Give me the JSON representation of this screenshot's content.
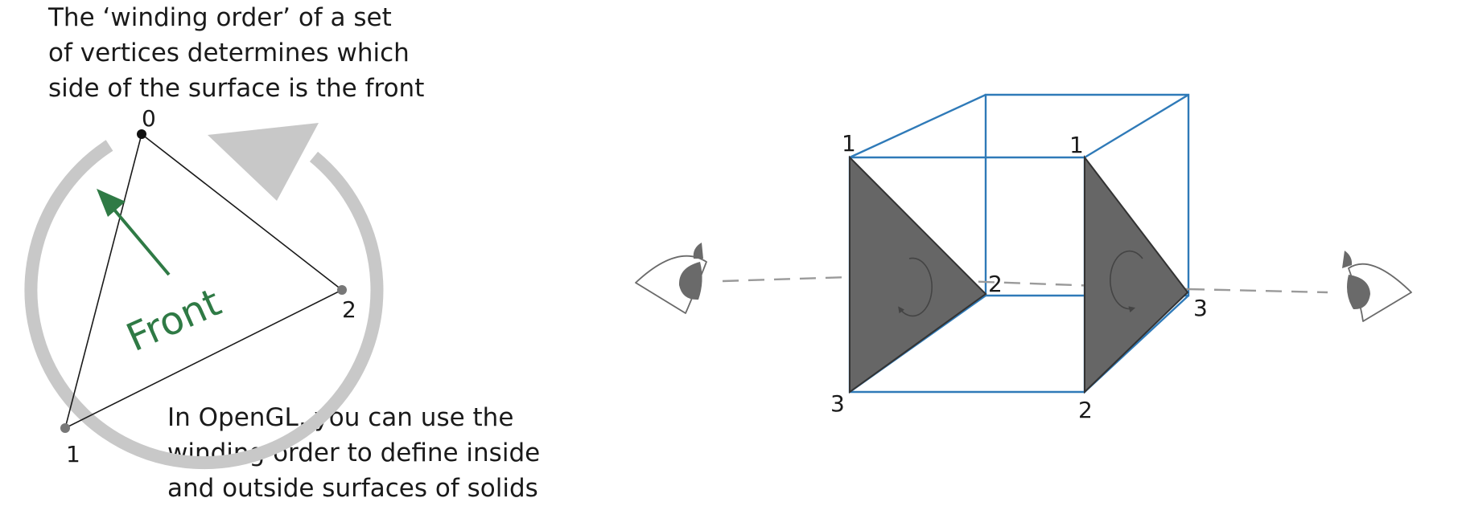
{
  "captions": {
    "top": [
      "The ‘winding order’ of a set",
      "of vertices determines which",
      "side of the surface is the front"
    ],
    "bottom": [
      "In OpenGL, you can use the",
      "winding order to define inside",
      "and outside surfaces of solids"
    ]
  },
  "triangle": {
    "front_label": "Front",
    "vertices": [
      "0",
      "1",
      "2"
    ]
  },
  "cube": {
    "left_triangle_vertices": [
      "1",
      "2",
      "3"
    ],
    "right_triangle_vertices": [
      "1",
      "2",
      "3"
    ]
  },
  "colors": {
    "text": "#1a1a1a",
    "front_arrow": "#2f7a45",
    "winding_arrow": "#c8c8c8",
    "cube_edge": "#2f7ab8",
    "face_fill": "#666666",
    "sight_line": "#9a9a9a"
  },
  "icons": [
    "eye-left-icon",
    "eye-right-icon",
    "winding-arrow-icon",
    "front-arrow-icon"
  ]
}
